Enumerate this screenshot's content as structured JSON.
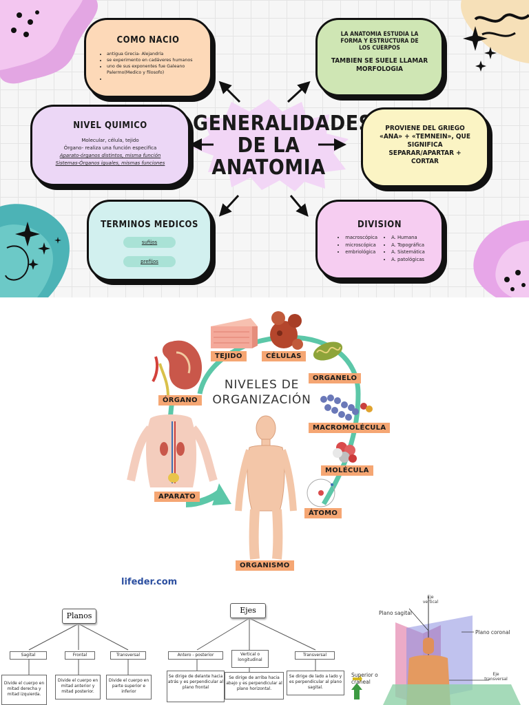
{
  "mindmap": {
    "center": {
      "line1": "GENERALIDADES",
      "line2": "DE LA",
      "line3": "ANATOMIA"
    },
    "como_nacio": {
      "title": "COMO NACIO",
      "items": [
        "antigua Grecia- Alejandría",
        "se experimento en cadáveres humanos",
        "uno de sus exponentes fue  Galeano Palermo(Medico y filosofo)",
        ""
      ]
    },
    "estudia": {
      "line1": "LA ANATOMIA ESTUDIA LA",
      "line2": "FORMA Y ESTRUCTURA DE",
      "line3": "LOS CUERPOS",
      "line4": "TAMBIEN SE SUELE LLAMAR",
      "line5": "MORFOLOGIA"
    },
    "nivel_quimico": {
      "title": "NIVEL QUIMICO",
      "line1": "Molecular, célula, tejido",
      "line2": "Órgano- realiza una función especifica",
      "line3": "Aparato-órganos distintos, misma función",
      "line4": "Sistemas-Órganos iguales, mismas funciones"
    },
    "griego": {
      "line1": "PROVIENE DEL GRIEGO",
      "line2": "«ANA» + «TEMNEIN», QUE",
      "line3": "SIGNIFICA",
      "line4": "SEPARAR/APARTAR +",
      "line5": "CORTAR"
    },
    "terminos": {
      "title": "TERMINOS MEDICOS",
      "pill1": "sufijos",
      "pill2": "prefijos"
    },
    "division": {
      "title": "DIVISION",
      "left": [
        "macroscópica",
        "microscópica",
        "embriológica"
      ],
      "right": [
        "A. Humana",
        "A. Topográfica",
        "A. Sistemática",
        "A. patológicas"
      ]
    }
  },
  "levels": {
    "title1": "NIVELES DE",
    "title2": "ORGANIZACIÓN",
    "labels": {
      "tejido": "TEJIDO",
      "celulas": "CÉLULAS",
      "organelo": "ORGANELO",
      "organo": "ÓRGANO",
      "macromolecula": "MACROMOLÉCULA",
      "molecula": "MOLÉCULA",
      "aparato": "APARATO",
      "atomo": "ÁTOMO",
      "organismo": "ORGANISMO"
    },
    "credit": "lifeder.com"
  },
  "planes": {
    "planos": {
      "title": "Planos",
      "sagital": {
        "label": "Sagital",
        "desc": "Divide el cuerpo en mitad derecha y mitad izquierda."
      },
      "frontal": {
        "label": "Frontal",
        "desc": "Divide el cuerpo en mitad anterior y mitad posterior."
      },
      "transversal": {
        "label": "Transversal",
        "desc": "Divide el cuerpo en parte superior e inferior"
      }
    },
    "ejes": {
      "title": "Ejes",
      "antero": {
        "label": "Antero - posterior",
        "desc": "Se dirige de delante hacia atrás y es perpendicular al plano frontal"
      },
      "vertical": {
        "label": "Vertical o longitudinal",
        "desc": "Se dirige de arriba hacia abajo y es perpendicular al plano horizontal."
      },
      "transversal": {
        "label": "Transversal",
        "desc": "Se dirige de lado a lado y es perpendicular al plano sagital."
      }
    },
    "figure": {
      "eje_vertical": "Eje vertical",
      "plano_sagital": "Plano sagital",
      "plano_coronal": "Plano coronal",
      "superior": "Superior o craneal",
      "eje_transversal": "Eje transversal"
    }
  },
  "colors": {
    "peach": "#fdd9b8",
    "green": "#cfe6b4",
    "lilac": "#ecd7f6",
    "yellow": "#fbf4c4",
    "cyan": "#d2f0ef",
    "pink": "#f6cdf1",
    "label_orange": "#f5a673",
    "arc_teal": "#5cc7a8"
  }
}
